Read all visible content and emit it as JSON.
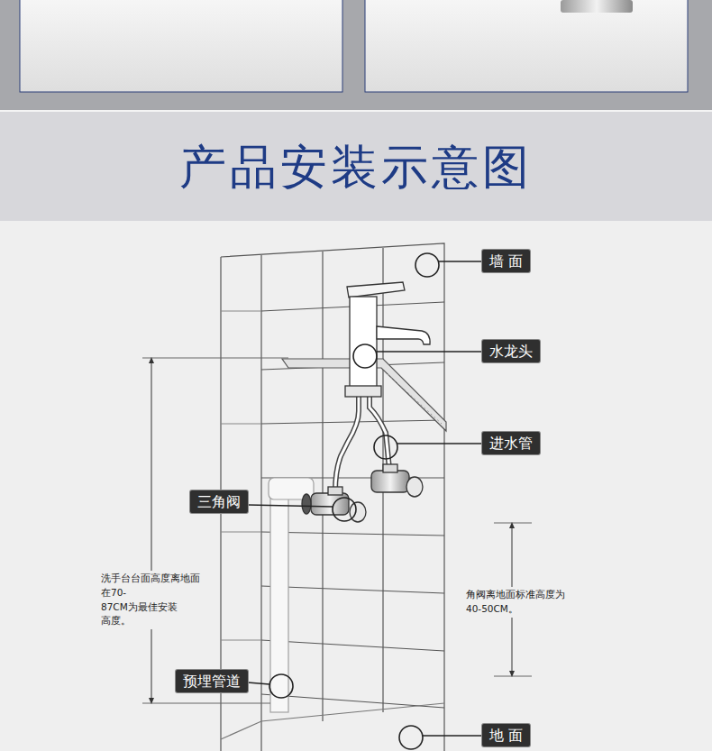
{
  "diagram": {
    "title": "产品安装示意图",
    "nodes": [
      {
        "text": [
          "墙 面"
        ]
      },
      {
        "text": [
          "水龙头"
        ]
      },
      {
        "text": [
          "进水管"
        ]
      },
      {
        "text": [
          "三角阀"
        ]
      },
      {
        "text": [
          "预埋管道"
        ]
      },
      {
        "text": [
          "地 面"
        ]
      }
    ],
    "labels": [
      "洗手台台面高度离地面 在70-87CM为最佳安装 高度。",
      "角阀离地面标准高度为 40-50CM。"
    ]
  }
}
